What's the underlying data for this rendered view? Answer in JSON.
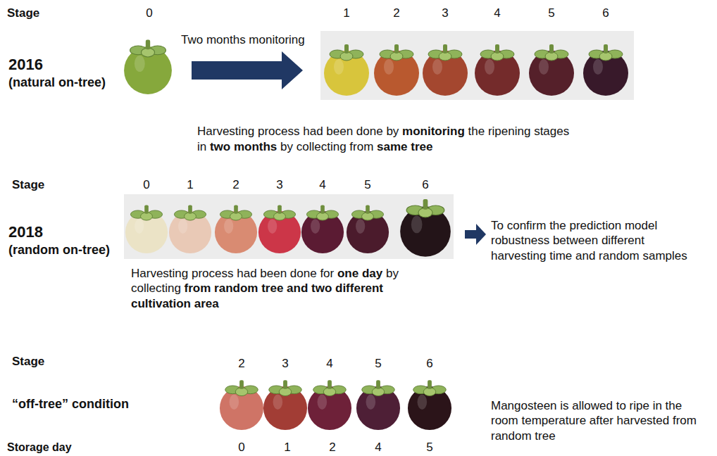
{
  "diagram": {
    "labels": [
      "Stage",
      "0",
      "Two months monitoring",
      "1",
      "2",
      "3",
      "4",
      "5",
      "6",
      "2016",
      "(natural on-tree)",
      "Harvesting process had been done by",
      "monitoring",
      "the ripening stages",
      "in",
      "two months",
      "by collecting from",
      "same tree",
      "Stage",
      "0",
      "1",
      "2",
      "3",
      "4",
      "5",
      "6",
      "2018",
      "(random on-tree)",
      "To confirm the prediction model robustness between different harvesting time and random samples",
      "Harvesting process had been done for",
      "one day",
      "by collecting",
      "from random tree and two different cultivation area",
      "Stage",
      "2",
      "3",
      "4",
      "5",
      "6",
      "“off-tree” condition",
      "Mangosteen is allowed to ripe in the room temperature after harvested from random tree",
      "Storage day",
      "0",
      "1",
      "2",
      "4",
      "5"
    ]
  }
}
